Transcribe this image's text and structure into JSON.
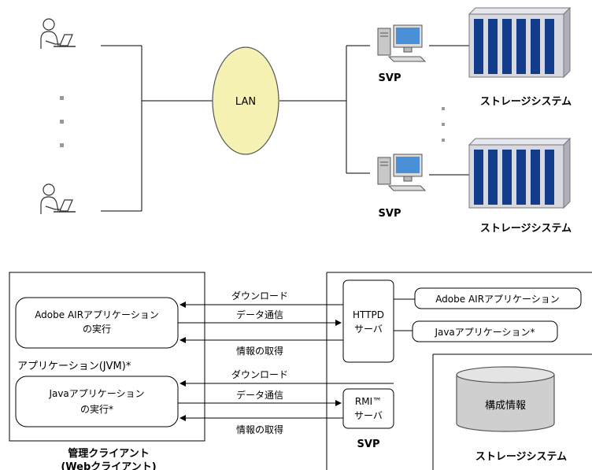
{
  "top": {
    "lan_label": "LAN",
    "svp_label_1": "SVP",
    "svp_label_2": "SVP",
    "storage_label_1": "ストレージシステム",
    "storage_label_2": "ストレージシステム"
  },
  "bottom": {
    "client_caption_1": "管理クライアント",
    "client_caption_2": "(Webクライアント)",
    "air_exec_line1": "Adobe AIRアプリケーション",
    "air_exec_line2": "の実行",
    "jvm_label": "アプリケーション(JVM)*",
    "java_exec_line1": "Javaアプリケーション",
    "java_exec_line2": "の実行*",
    "arrow_download_1": "ダウンロード",
    "arrow_data_1": "データ通信",
    "arrow_info_1": "情報の取得",
    "arrow_download_2": "ダウンロード",
    "arrow_data_2": "データ通信",
    "arrow_info_2": "情報の取得",
    "httpd_line1": "HTTPD",
    "httpd_line2": "サーバ",
    "rmi_line1": "RMI™",
    "rmi_line2": "サーバ",
    "svp_label": "SVP",
    "air_app_box": "Adobe AIRアプリケーション",
    "java_app_box": "Javaアプリケーション*",
    "config_label": "構成情報",
    "storage_label": "ストレージシステム"
  },
  "colors": {
    "lan_fill": "#f5f2b4",
    "rack_dark": "#143c8c",
    "rack_light": "#d8d8e0",
    "monitor_blue": "#4a90d8"
  }
}
